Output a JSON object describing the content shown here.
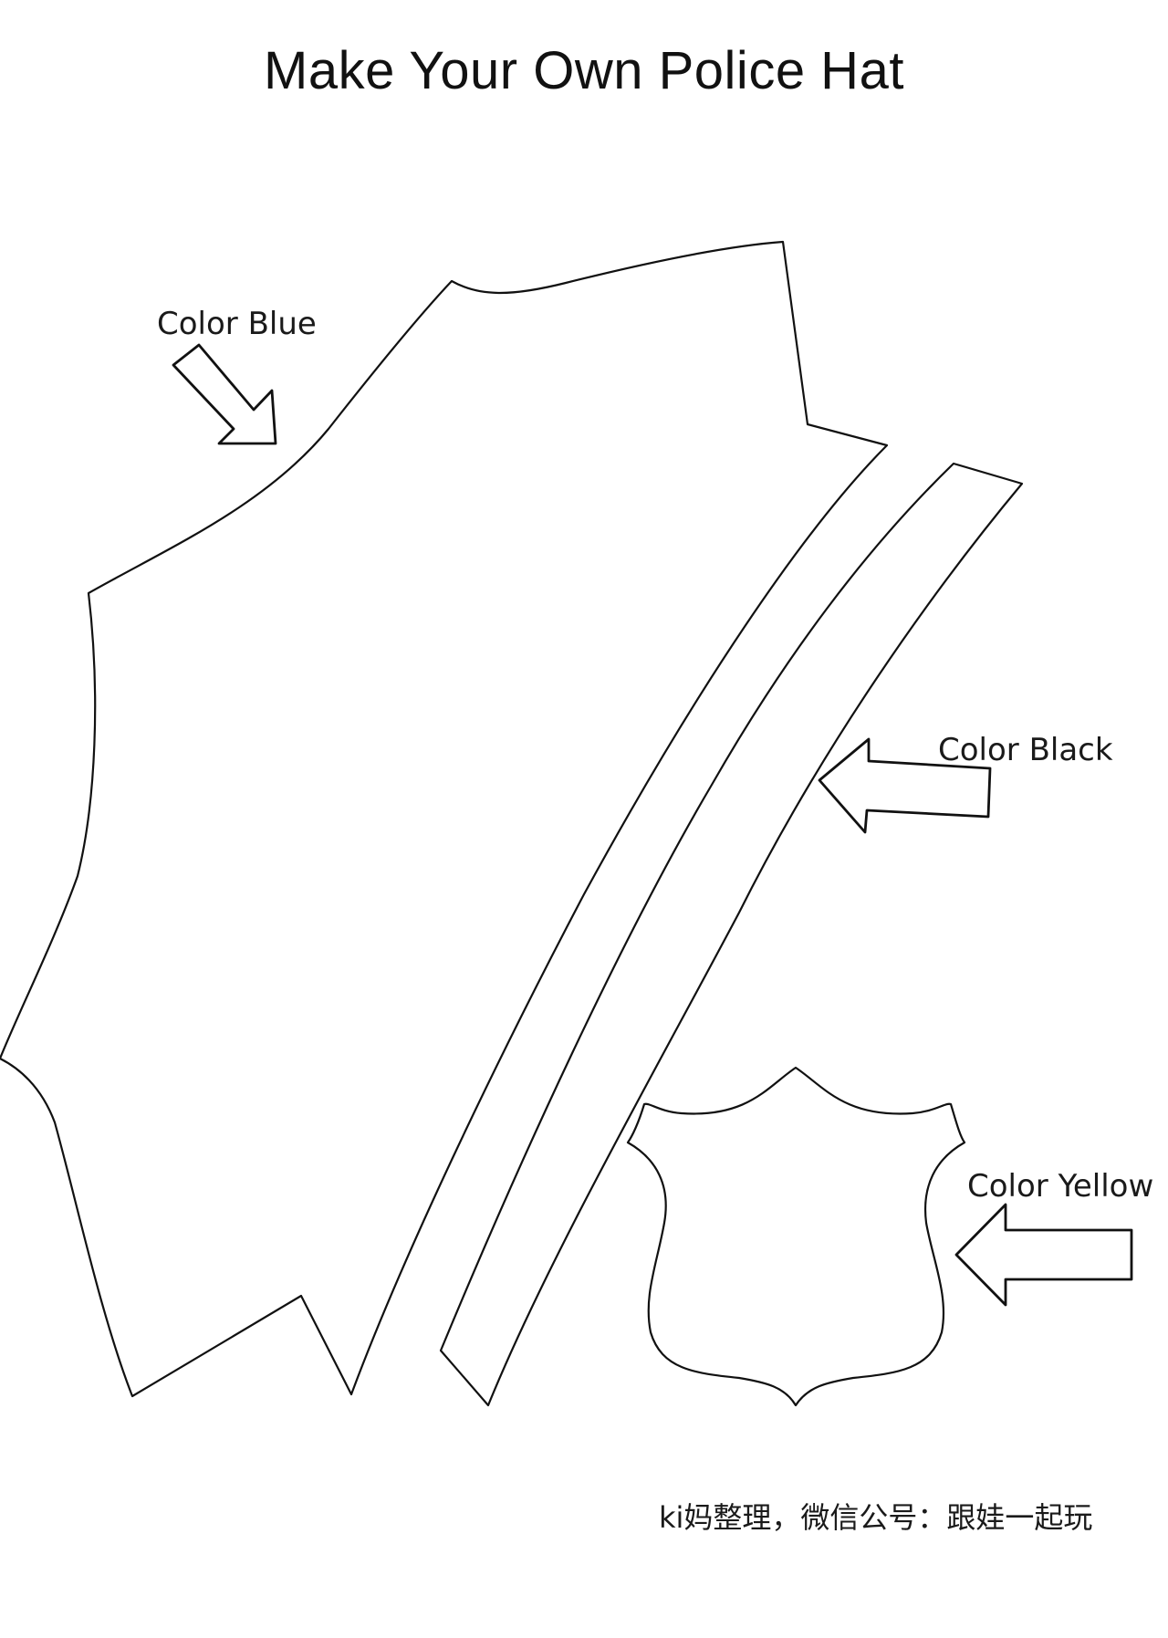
{
  "title": "Make Your Own Police Hat",
  "labels": {
    "blue": "Color Blue",
    "black": "Color Black",
    "yellow": "Color Yellow"
  },
  "footer": "ki妈整理，微信公号：跟娃一起玩",
  "colors": {
    "outline": "#111111",
    "background": "#ffffff"
  },
  "icons": [
    "arrow-down-right-icon",
    "arrow-left-icon",
    "arrow-left-icon"
  ]
}
